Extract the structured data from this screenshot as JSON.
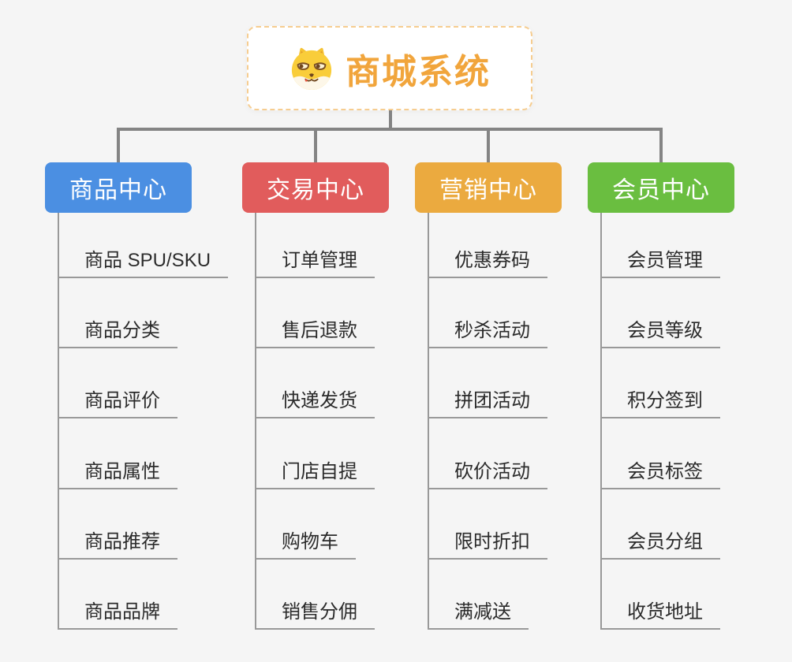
{
  "canvas": {
    "background": "#f5f5f5"
  },
  "root": {
    "title": "商城系统",
    "icon": "shiba-dog-icon",
    "text_color": "#f1a53c",
    "border_color": "#f6cd90",
    "background": "#ffffff"
  },
  "connector_color": "#848484",
  "leaf_line_color": "#999999",
  "branches": [
    {
      "label": "商品中心",
      "color": "#4b8fe2",
      "children": [
        "商品 SPU/SKU",
        "商品分类",
        "商品评价",
        "商品属性",
        "商品推荐",
        "商品品牌"
      ]
    },
    {
      "label": "交易中心",
      "color": "#e15c5c",
      "children": [
        "订单管理",
        "售后退款",
        "快递发货",
        "门店自提",
        "购物车",
        "销售分佣"
      ]
    },
    {
      "label": "营销中心",
      "color": "#ebaa3f",
      "children": [
        "优惠券码",
        "秒杀活动",
        "拼团活动",
        "砍价活动",
        "限时折扣",
        "满减送"
      ]
    },
    {
      "label": "会员中心",
      "color": "#6abe40",
      "children": [
        "会员管理",
        "会员等级",
        "积分签到",
        "会员标签",
        "会员分组",
        "收货地址"
      ]
    }
  ]
}
